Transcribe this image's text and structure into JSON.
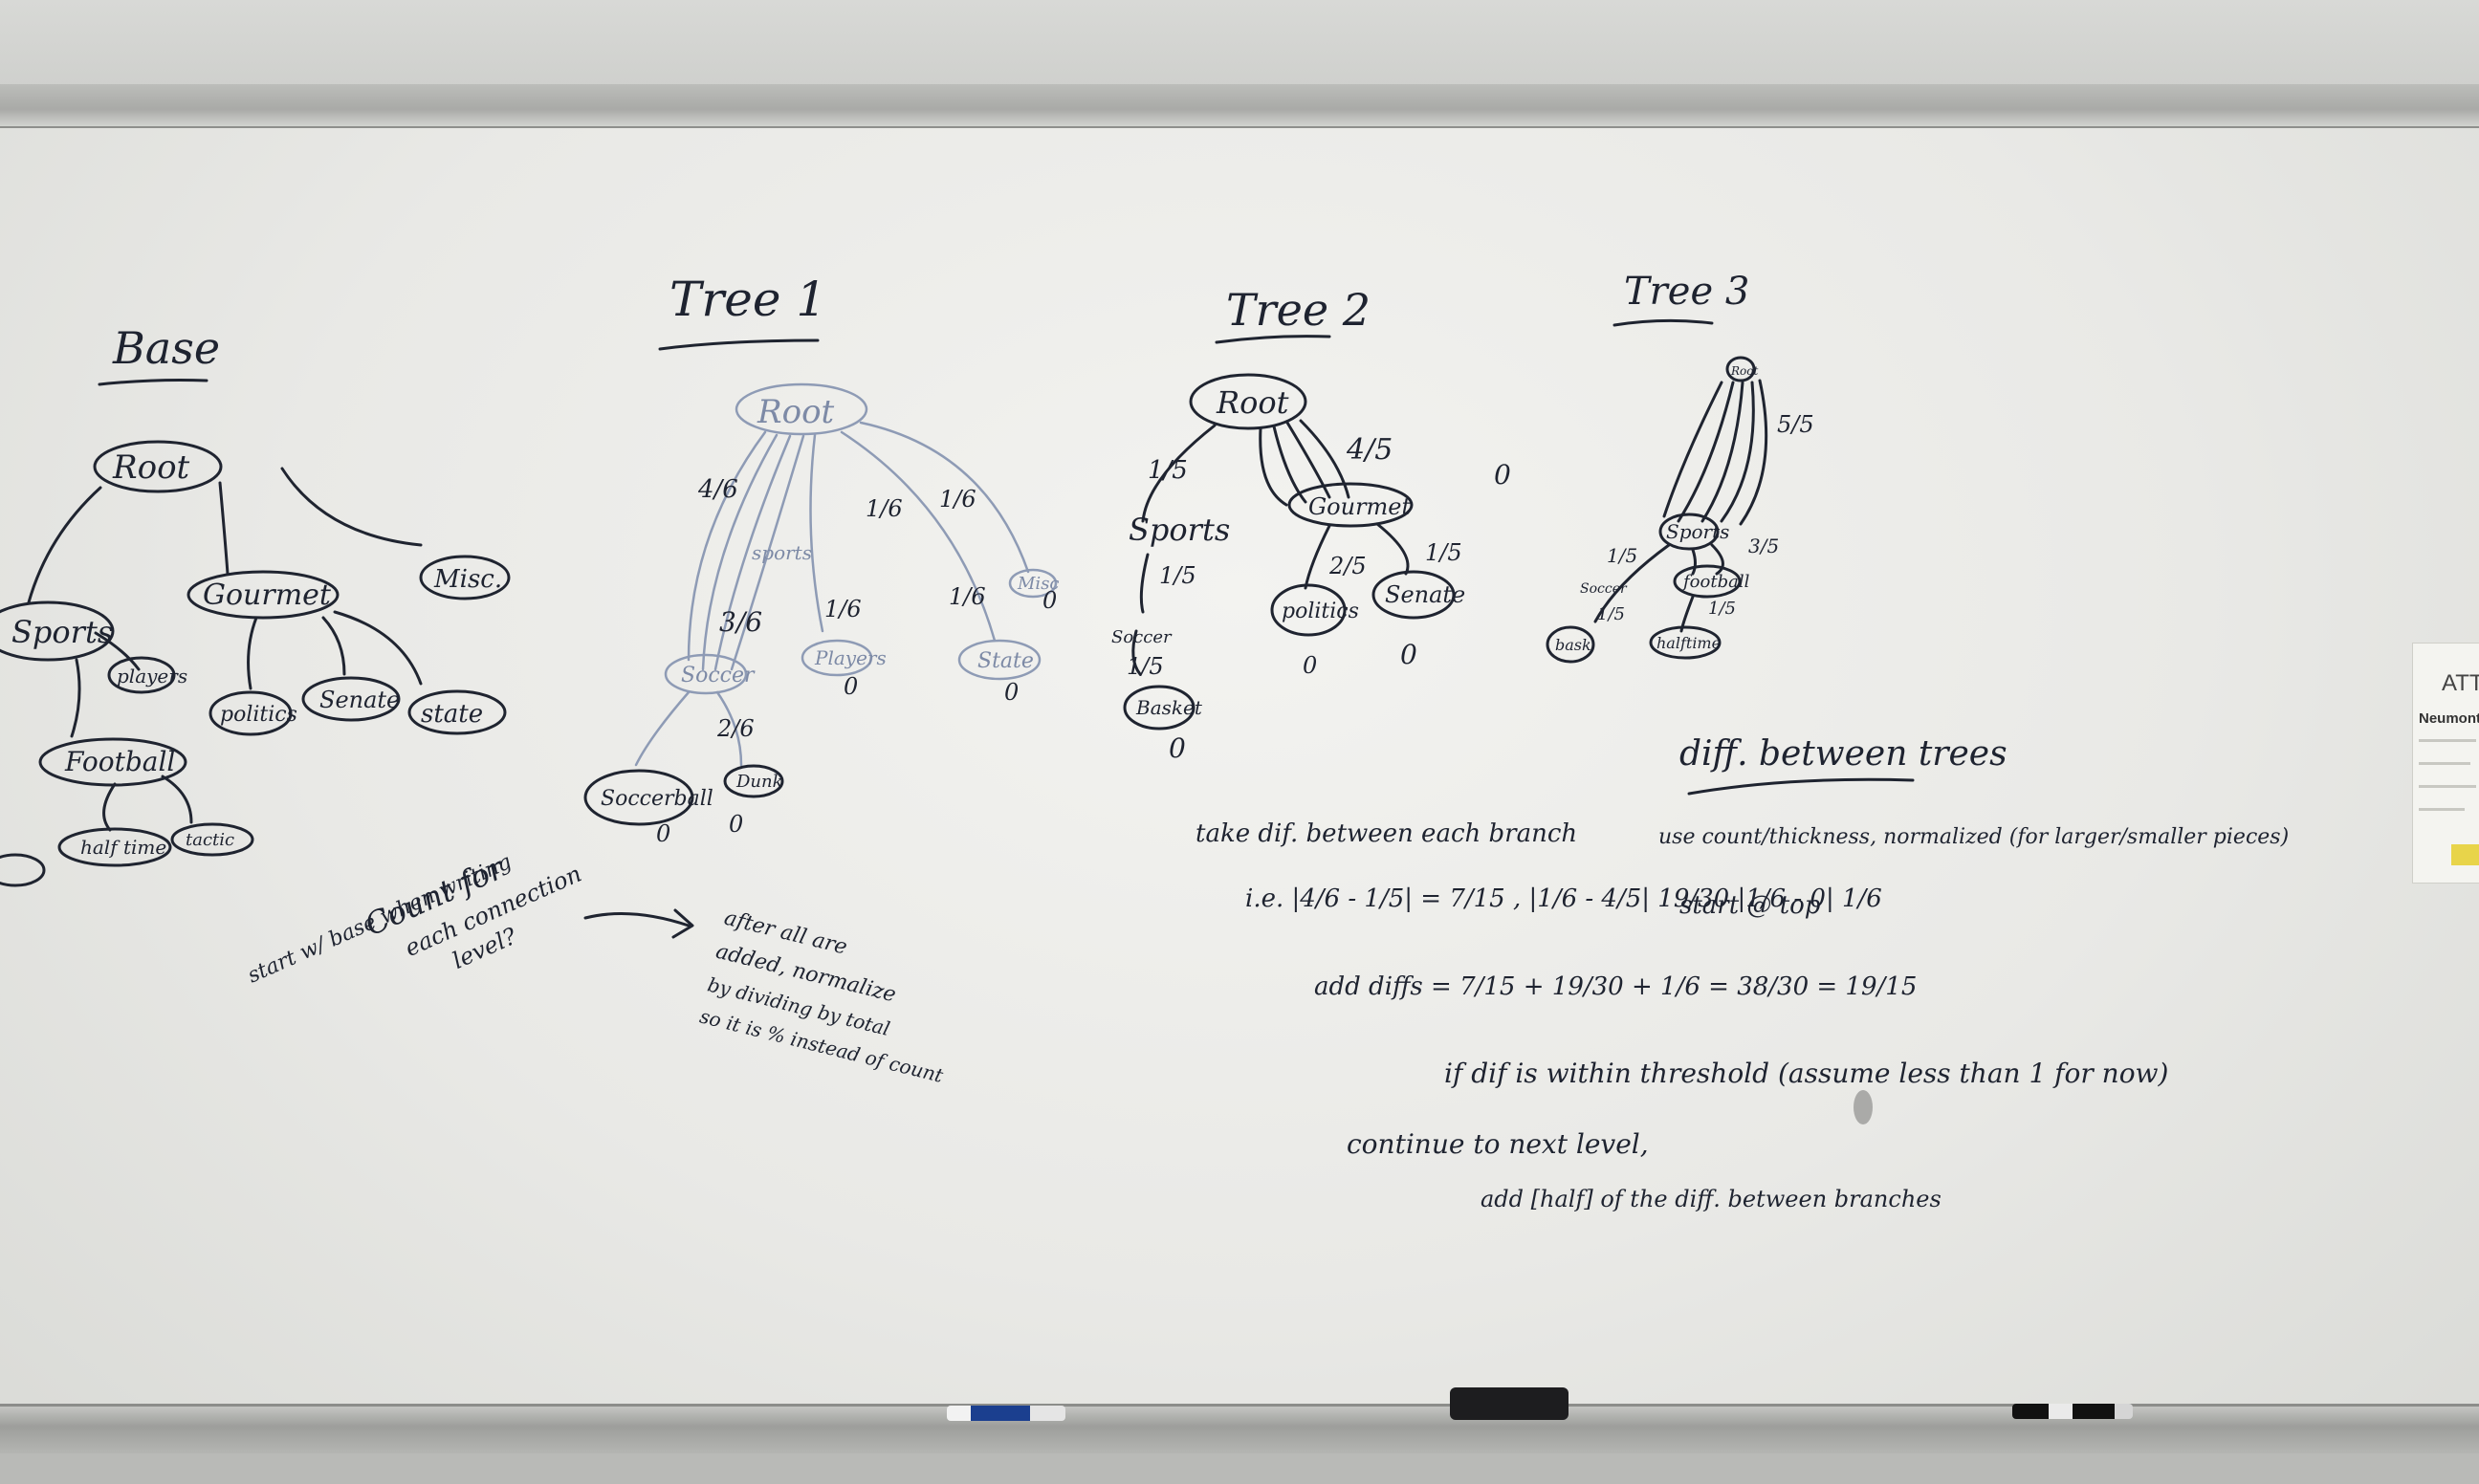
{
  "headings": {
    "base": "Base",
    "tree1": "Tree 1",
    "tree2": "Tree 2",
    "tree3": "Tree 3"
  },
  "base_tree": {
    "root": "Root",
    "sports": "Sports",
    "gourmet": "Gourmet",
    "misc": "Misc.",
    "players": "players",
    "football": "Football",
    "politics": "politics",
    "senate": "Senate",
    "state": "state",
    "halftime": "half time",
    "tactic": "tactic"
  },
  "tree1": {
    "root": "Root",
    "sports": "sports",
    "soccer": "Soccer",
    "soccerball": "Soccerball",
    "dunk": "Dunk",
    "players": "Players",
    "state": "State",
    "misc": "Misc",
    "w_4_6": "4/6",
    "w_1_6a": "1/6",
    "w_1_6b": "1/6",
    "w_1_6c": "1/6",
    "w_1_6d": "1/6",
    "w_3_6": "3/6",
    "w_2_6": "2/6",
    "zeros": [
      "0",
      "0",
      "0",
      "0",
      "0"
    ]
  },
  "tree2": {
    "root": "Root",
    "sports": "Sports",
    "gourmet": "Gourmet",
    "politics": "politics",
    "senate": "Senate",
    "soccer": "Soccer",
    "basket": "Basket",
    "w_1_5a": "1/5",
    "w_4_5": "4/5",
    "w_1_5b": "1/5",
    "w_2_5": "2/5",
    "w_1_5c": "1/5",
    "w_1_5d": "1/5",
    "zeros": [
      "0",
      "0",
      "0",
      "0"
    ]
  },
  "tree3": {
    "root": "Root",
    "sports": "Sports",
    "football": "football",
    "soccer": "Soccer",
    "bask": "bask",
    "halftime": "halftime",
    "w_5_5": "5/5",
    "w_1_5a": "1/5",
    "w_3_5": "3/5",
    "w_1_5b": "1/5",
    "w_1_5c": "1/5"
  },
  "notes": {
    "base_note_1": "start w/ base when writing",
    "base_note_2": "Count for",
    "base_note_3": "each connection",
    "base_note_4": "level?",
    "tree1_note_1": "after all are",
    "tree1_note_2": "added, normalize",
    "tree1_note_3": "by dividing by total",
    "tree1_note_4": "so it is %  instead of count",
    "diff_title": "diff. between trees",
    "diff_1": "use count/thickness, normalized (for larger/smaller pieces)",
    "diff_2": "start @ top",
    "diff_3": "take dif. between each branch",
    "diff_4": "i.e. |4/6 - 1/5| = 7/15 , |1/6 - 4/5| 19/30 |1/6 - 0| 1/6",
    "diff_5": "add diffs = 7/15 + 19/30 + 1/6 = 38/30 = 19/15",
    "diff_6": "if dif is within threshold (assume less than 1 for now)",
    "diff_7": "continue to next level,",
    "diff_8": "add [half] of the diff. between branches"
  },
  "sign": {
    "title": "ATT",
    "subtitle": "Neumont"
  },
  "colors": {
    "board": "#eeeeeb",
    "ink_dark": "#1f2430",
    "ink_faint": "#8e9bb5",
    "tray": "#a5a6a3",
    "eraser": "#1d1d1f",
    "sign_yellow": "#e8d44a"
  }
}
